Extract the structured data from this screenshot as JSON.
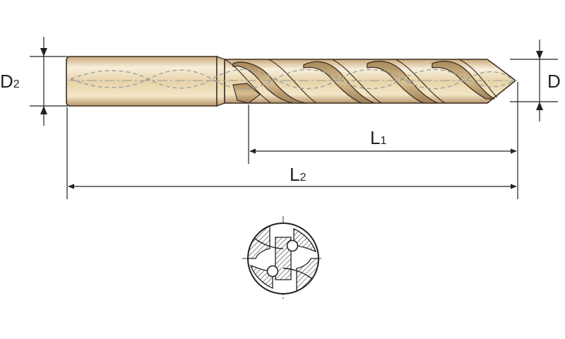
{
  "labels": {
    "shank_diameter": {
      "letter": "D",
      "subscript": "2"
    },
    "diameter": {
      "letter": "D"
    },
    "flute_length": {
      "letter": "L",
      "subscript": "1"
    },
    "overall_length": {
      "letter": "L",
      "subscript": "2"
    }
  },
  "colors": {
    "body_light": "#f6ecd6",
    "body_mid": "#e6cfa2",
    "body_dark": "#c2a070",
    "outline": "#3a2f22",
    "line": "#222222",
    "dashed_center": "#9a9a9a",
    "section_hatch": "#555555"
  }
}
